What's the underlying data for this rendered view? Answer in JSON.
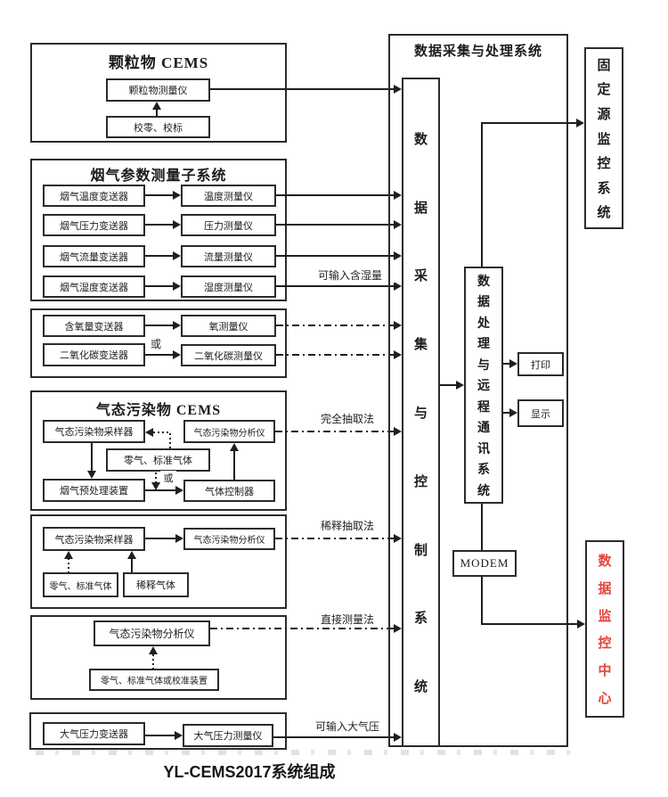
{
  "colors": {
    "red": "#e8403a",
    "line": "#1f1f1f"
  },
  "caption": "YL-CEMS2017系统组成",
  "pm_cems": {
    "title": "颗粒物 CEMS",
    "analyzer": "颗粒物测量仪",
    "calibration": "校零、校标"
  },
  "flue_params": {
    "title": "烟气参数测量子系统",
    "rows": [
      {
        "transmitter": "烟气温度变送器",
        "meter": "温度测量仪"
      },
      {
        "transmitter": "烟气压力变送器",
        "meter": "压力测量仪"
      },
      {
        "transmitter": "烟气流量变送器",
        "meter": "流量测量仪"
      },
      {
        "transmitter": "烟气湿度变送器",
        "meter": "湿度测量仪"
      }
    ]
  },
  "o2_co2": {
    "or_label": "或",
    "rows": [
      {
        "transmitter": "含氧量变送器",
        "meter": "氧测量仪"
      },
      {
        "transmitter": "二氧化碳变送器",
        "meter": "二氧化碳测量仪"
      }
    ]
  },
  "gas_cems": {
    "title": "气态污染物 CEMS",
    "sampler": "气态污染物采样器",
    "analyzer": "气态污染物分析仪",
    "zero_gas": "零气、标准气体",
    "pretreatment": "烟气预处理装置",
    "gas_controller": "气体控制器",
    "or_label": "或"
  },
  "dilution": {
    "sampler": "气态污染物采样器",
    "analyzer": "气态污染物分析仪",
    "zero_gas": "零气、标准气体",
    "dilution_gas": "稀释气体"
  },
  "direct": {
    "analyzer": "气态污染物分析仪",
    "zero_gas": "零气、标准气体或校准装置"
  },
  "atm_pressure": {
    "transmitter": "大气压力变送器",
    "meter": "大气压力测量仪"
  },
  "line_labels": {
    "moisture": "可输入含湿量",
    "full_extraction": "完全抽取法",
    "dilution_extraction": "稀释抽取法",
    "direct_measurement": "直接测量法",
    "atm": "可输入大气压"
  },
  "daq": {
    "title": "数据采集与处理系统",
    "acquisition_control": "数据采集与控制系统",
    "processing_comm": "数据处理与远程通讯系统",
    "print": "打印",
    "display": "显示",
    "modem": "MODEM"
  },
  "outputs": {
    "fixed_source": "固定源监控系统",
    "data_center": "数据监控中心"
  }
}
